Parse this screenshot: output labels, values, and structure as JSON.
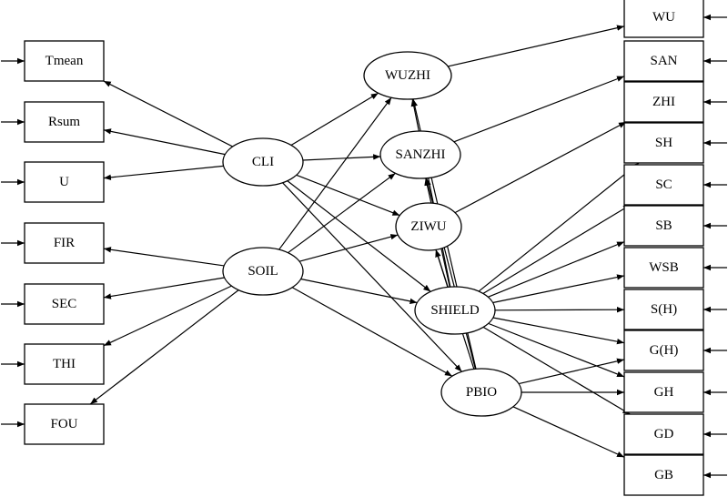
{
  "diagram": {
    "latent_nodes": [
      {
        "id": "CLI",
        "label": "CLI"
      },
      {
        "id": "SOIL",
        "label": "SOIL"
      },
      {
        "id": "WUZHI",
        "label": "WUZHI"
      },
      {
        "id": "SANZHI",
        "label": "SANZHI"
      },
      {
        "id": "ZIWU",
        "label": "ZIWU"
      },
      {
        "id": "SHIELD",
        "label": "SHIELD"
      },
      {
        "id": "PBIO",
        "label": "PBIO"
      }
    ],
    "left_indicators": [
      {
        "id": "Tmean",
        "label": "Tmean"
      },
      {
        "id": "Rsum",
        "label": "Rsum"
      },
      {
        "id": "U",
        "label": "U"
      },
      {
        "id": "FIR",
        "label": "FIR"
      },
      {
        "id": "SEC",
        "label": "SEC"
      },
      {
        "id": "THI",
        "label": "THI"
      },
      {
        "id": "FOU",
        "label": "FOU"
      }
    ],
    "right_indicators": [
      {
        "id": "WU",
        "label": "WU"
      },
      {
        "id": "SAN",
        "label": "SAN"
      },
      {
        "id": "ZHI",
        "label": "ZHI"
      },
      {
        "id": "SH",
        "label": "SH"
      },
      {
        "id": "SC",
        "label": "SC"
      },
      {
        "id": "SB",
        "label": "SB"
      },
      {
        "id": "WSB",
        "label": "WSB"
      },
      {
        "id": "S(H)",
        "label": "S(H)"
      },
      {
        "id": "G(H)",
        "label": "G(H)"
      },
      {
        "id": "GH",
        "label": "GH"
      },
      {
        "id": "GD",
        "label": "GD"
      },
      {
        "id": "GB",
        "label": "GB"
      }
    ],
    "edges": [
      {
        "from": "CLI",
        "to": "Tmean"
      },
      {
        "from": "CLI",
        "to": "Rsum"
      },
      {
        "from": "CLI",
        "to": "U"
      },
      {
        "from": "SOIL",
        "to": "FIR"
      },
      {
        "from": "SOIL",
        "to": "SEC"
      },
      {
        "from": "SOIL",
        "to": "THI"
      },
      {
        "from": "SOIL",
        "to": "FOU"
      },
      {
        "from": "CLI",
        "to": "WUZHI"
      },
      {
        "from": "CLI",
        "to": "SANZHI"
      },
      {
        "from": "CLI",
        "to": "ZIWU"
      },
      {
        "from": "CLI",
        "to": "SHIELD"
      },
      {
        "from": "CLI",
        "to": "PBIO"
      },
      {
        "from": "SOIL",
        "to": "WUZHI"
      },
      {
        "from": "SOIL",
        "to": "SANZHI"
      },
      {
        "from": "SOIL",
        "to": "ZIWU"
      },
      {
        "from": "SOIL",
        "to": "SHIELD"
      },
      {
        "from": "SOIL",
        "to": "PBIO"
      },
      {
        "from": "WUZHI",
        "to": "WU"
      },
      {
        "from": "SANZHI",
        "to": "SAN"
      },
      {
        "from": "ZIWU",
        "to": "ZHI"
      },
      {
        "from": "SHIELD",
        "to": "WUZHI"
      },
      {
        "from": "SHIELD",
        "to": "SANZHI"
      },
      {
        "from": "SHIELD",
        "to": "ZIWU"
      },
      {
        "from": "PBIO",
        "to": "WUZHI"
      },
      {
        "from": "PBIO",
        "to": "SANZHI"
      },
      {
        "from": "PBIO",
        "to": "ZIWU"
      },
      {
        "from": "SHIELD",
        "to": "SH"
      },
      {
        "from": "SHIELD",
        "to": "SC"
      },
      {
        "from": "SHIELD",
        "to": "SB"
      },
      {
        "from": "SHIELD",
        "to": "WSB"
      },
      {
        "from": "SHIELD",
        "to": "S(H)"
      },
      {
        "from": "SHIELD",
        "to": "G(H)"
      },
      {
        "from": "SHIELD",
        "to": "GH"
      },
      {
        "from": "SHIELD",
        "to": "GD"
      },
      {
        "from": "PBIO",
        "to": "G(H)"
      },
      {
        "from": "PBIO",
        "to": "GH"
      },
      {
        "from": "PBIO",
        "to": "GB"
      }
    ]
  }
}
